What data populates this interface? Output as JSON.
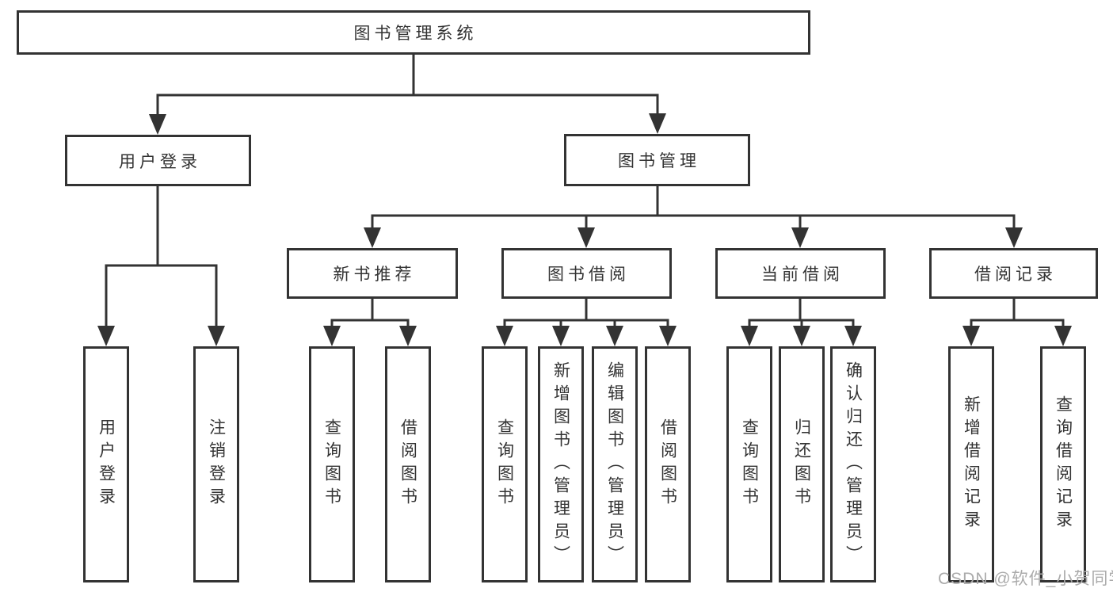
{
  "diagram": {
    "root": {
      "label": "图书管理系统"
    },
    "branches": [
      {
        "label": "用户登录",
        "children": [
          {
            "label": "用户登录"
          },
          {
            "label": "注销登录"
          }
        ]
      },
      {
        "label": "图书管理",
        "sections": [
          {
            "label": "新书推荐",
            "children": [
              {
                "label": "查询图书"
              },
              {
                "label": "借阅图书"
              }
            ]
          },
          {
            "label": "图书借阅",
            "children": [
              {
                "label": "查询图书"
              },
              {
                "label": "新增图书（管理员）"
              },
              {
                "label": "编辑图书（管理员）"
              },
              {
                "label": "借阅图书"
              }
            ]
          },
          {
            "label": "当前借阅",
            "children": [
              {
                "label": "查询图书"
              },
              {
                "label": "归还图书"
              },
              {
                "label": "确认归还（管理员）"
              }
            ]
          },
          {
            "label": "借阅记录",
            "children": [
              {
                "label": "新增借阅记录"
              },
              {
                "label": "查询借阅记录"
              }
            ]
          }
        ]
      }
    ]
  },
  "watermark": {
    "text": "CSDN @软件_小贺同学"
  },
  "theme": {
    "line_color": "#333333",
    "text_color": "#333333",
    "watermark_color": "#ababab",
    "background": "#ffffff"
  }
}
